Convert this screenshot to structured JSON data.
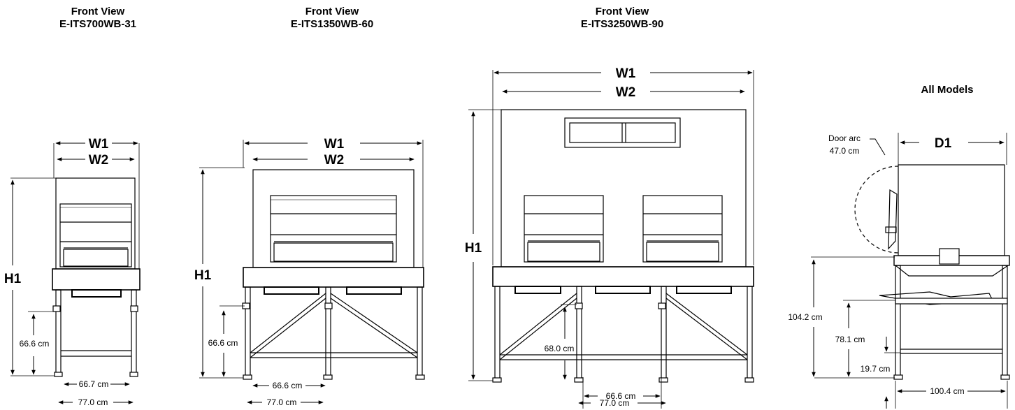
{
  "views": {
    "v1": {
      "line1": "Front View",
      "line2": "E-ITS700WB-31",
      "w1": "W1",
      "w2": "W2",
      "h1": "H1",
      "leg_height": "66.6 cm",
      "inner_width": "66.7 cm",
      "outer_width": "77.0 cm"
    },
    "v2": {
      "line1": "Front View",
      "line2": "E-ITS1350WB-60",
      "w1": "W1",
      "w2": "W2",
      "h1": "H1",
      "leg_height": "66.6 cm",
      "inner_width": "66.6 cm",
      "outer_width": "77.0 cm"
    },
    "v3": {
      "line1": "Front View",
      "line2": "E-ITS3250WB-90",
      "w1": "W1",
      "w2": "W2",
      "h1": "H1",
      "leg_height": "68.0 cm",
      "inner_width": "66.6 cm",
      "outer_width": "77.0 cm"
    },
    "side": {
      "title": "All Models",
      "door_arc_label": "Door arc",
      "door_arc_value": "47.0 cm",
      "d1": "D1",
      "height_total": "104.2 cm",
      "height_mid": "78.1 cm",
      "height_low": "19.7 cm",
      "depth": "100.4 cm"
    }
  }
}
